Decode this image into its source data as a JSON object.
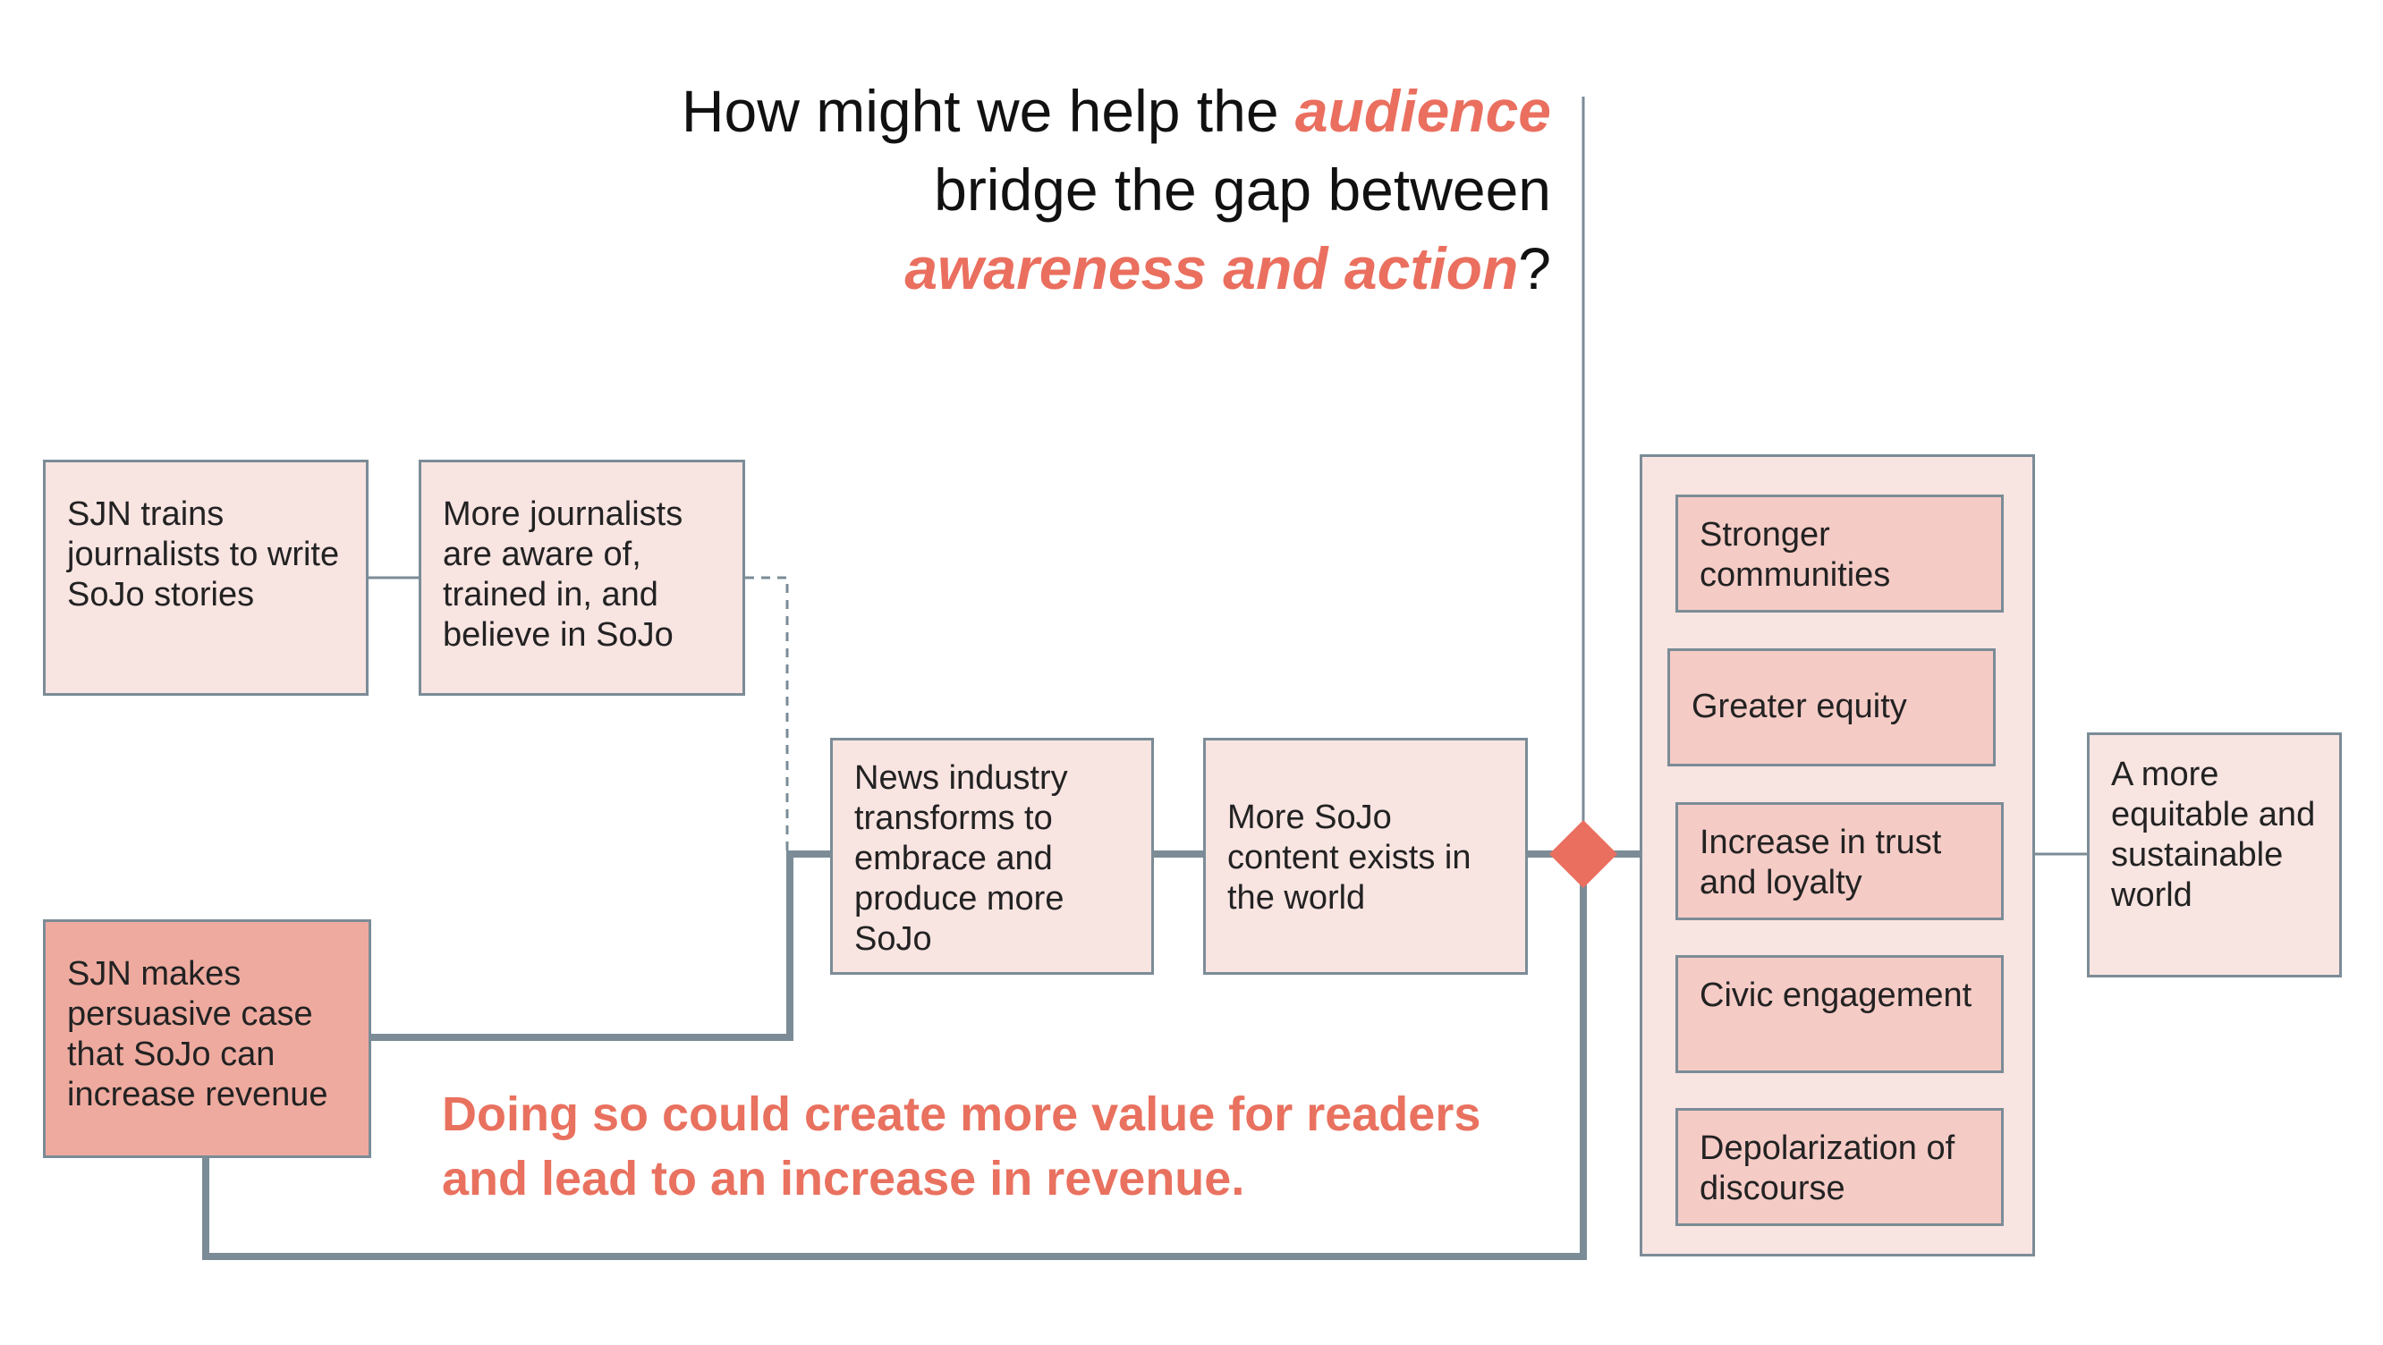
{
  "title": {
    "part1": "How might we help the ",
    "highlight1": "audience",
    "part2": "bridge the gap between",
    "highlight2": "awareness and action",
    "part3": "?"
  },
  "boxes": {
    "sjn_trains": "SJN trains journalists to write SoJo stories",
    "more_journalists": "More journalists are aware of, trained in, and believe in SoJo",
    "sjn_makes_case": "SJN makes persuasive case that SoJo can increase revenue",
    "news_industry": "News industry transforms to embrace and produce more SoJo",
    "more_sojo": "More SoJo content exists in the world"
  },
  "outcomes": [
    "Stronger communities",
    "Greater equity",
    "Increase in trust and loyalty",
    "Civic engagement",
    "Depolarization of discourse"
  ],
  "final": "A more equitable and sustainable world",
  "note": "Doing so could create more value for readers and lead to an increase in revenue.",
  "colors": {
    "accent": "#ea6f5f",
    "line": "#7b8c97",
    "box_light": "#f8e4e1",
    "box_mid": "#f5cbc6",
    "box_dark": "#eeaa9f"
  }
}
